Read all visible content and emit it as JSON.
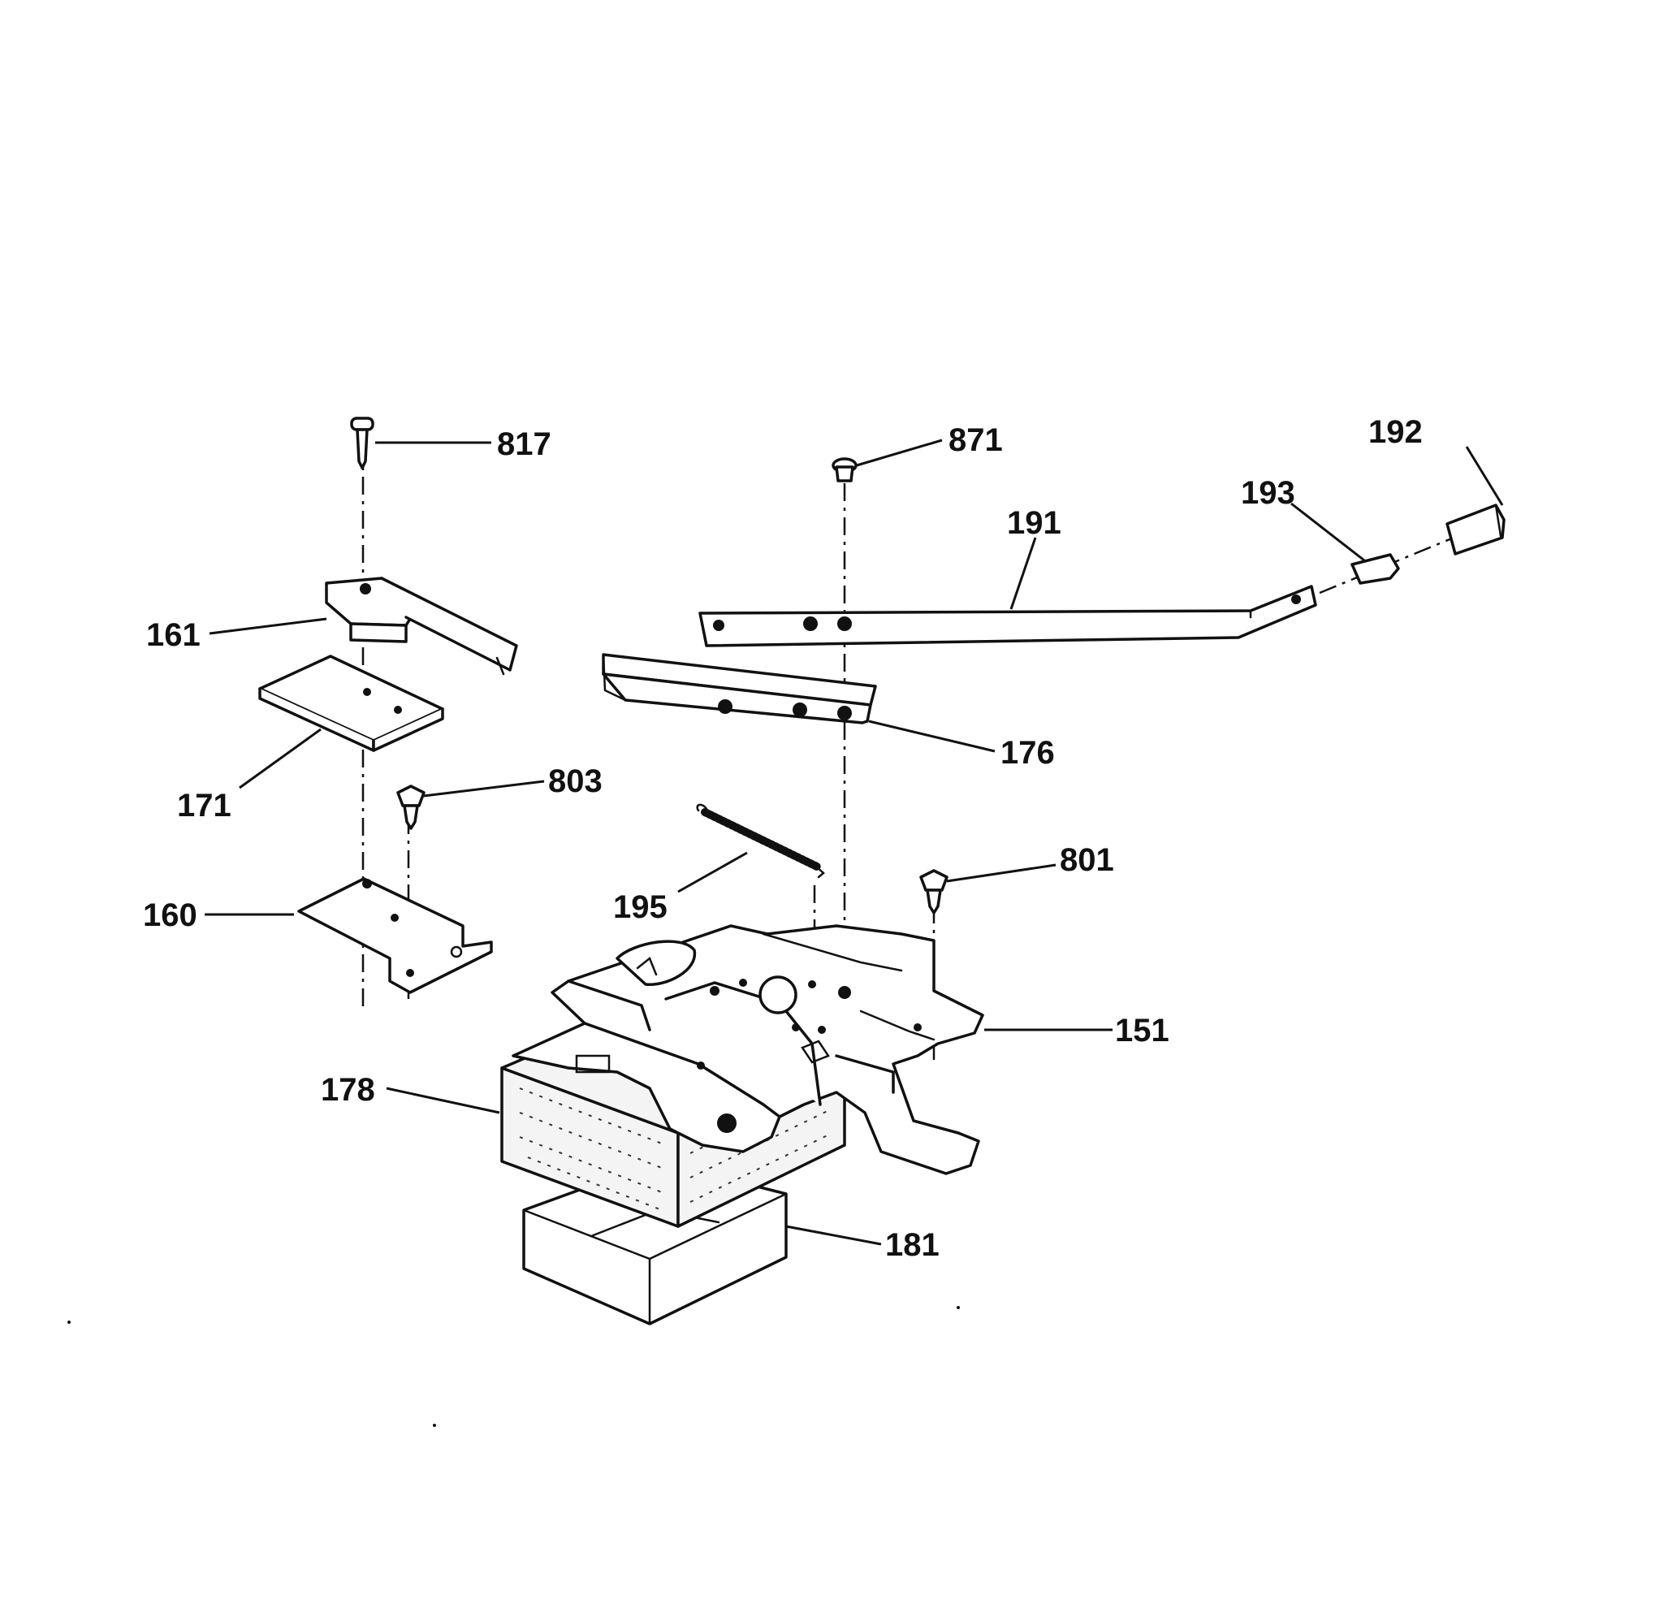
{
  "diagram": {
    "callouts": {
      "c817": "817",
      "c871": "871",
      "c192": "192",
      "c193": "193",
      "c191": "191",
      "c161": "161",
      "c176": "176",
      "c171": "171",
      "c803": "803",
      "c801": "801",
      "c195": "195",
      "c160": "160",
      "c151": "151",
      "c178": "178",
      "c181": "181"
    }
  }
}
